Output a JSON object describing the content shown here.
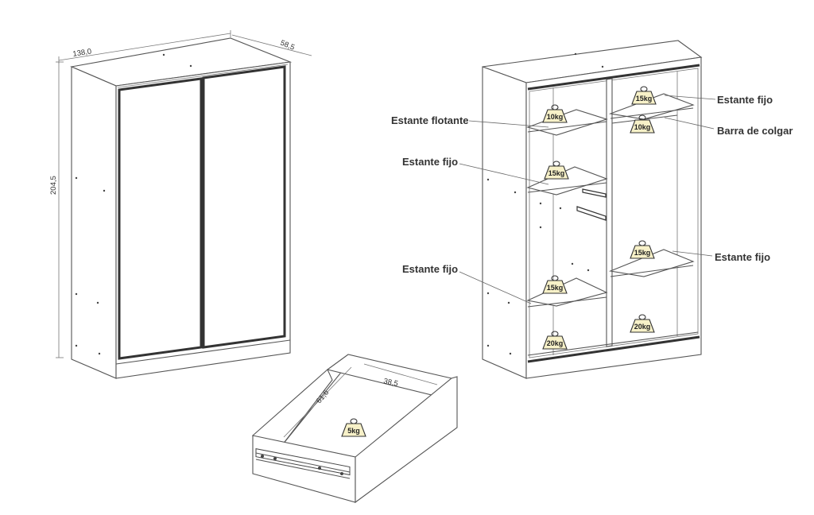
{
  "dimensions": {
    "width": "138,0",
    "depth": "58,5",
    "height": "204,5",
    "drawer_depth": "61,6",
    "drawer_width": "38,5"
  },
  "callouts": {
    "estante_flotante": "Estante flotante",
    "estante_fijo_left_1": "Estante fijo",
    "estante_fijo_left_2": "Estante fijo",
    "estante_fijo_right_1": "Estante fijo",
    "barra_de_colgar": "Barra de colgar",
    "estante_fijo_right_2": "Estante fijo"
  },
  "weights": {
    "left_top": "10kg",
    "left_mid": "15kg",
    "left_low": "15kg",
    "left_bottom": "20kg",
    "right_top": "15kg",
    "hanging_bar": "10kg",
    "right_mid": "15kg",
    "right_bottom": "20kg",
    "drawer": "5kg"
  }
}
